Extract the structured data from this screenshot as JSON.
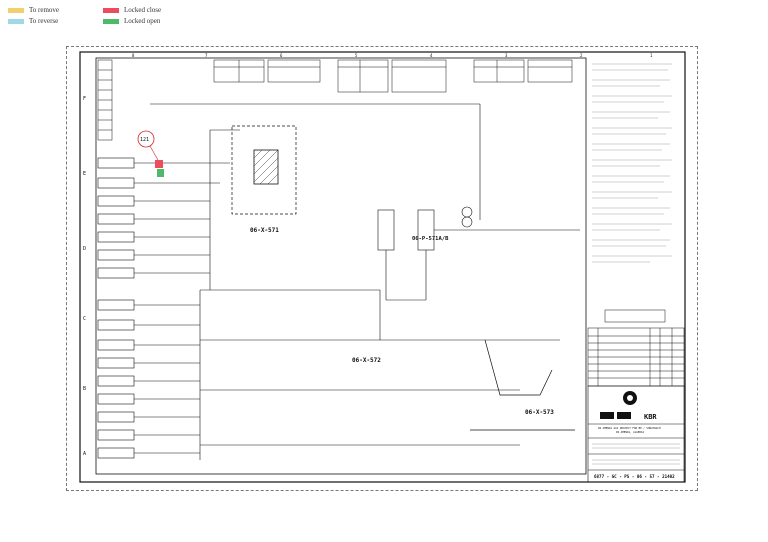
{
  "legend": {
    "items": [
      {
        "label": "To remove",
        "color": "#f2cf6c"
      },
      {
        "label": "To reverse",
        "color": "#9fd8e6"
      },
      {
        "label": "Locked close",
        "color": "#ec4c5c"
      },
      {
        "label": "Locked open",
        "color": "#4fb96b"
      }
    ]
  },
  "drawing": {
    "grid_top": [
      "8",
      "7",
      "6",
      "5",
      "4",
      "3",
      "2",
      "1"
    ],
    "grid_side": [
      "F",
      "E",
      "D",
      "C",
      "B",
      "A"
    ],
    "callout": "121",
    "equipment": [
      "06-X-571",
      "06-P-571A/B",
      "06-X-572",
      "06-X-573"
    ],
    "title_block": {
      "company": "KBR",
      "project": "IN AMENAS GAS PROJECT FOR BP / SONATRACH",
      "location": "IN AMENAS, ALGERIA",
      "doc_number": "6877 - GC - PS - 06 - 57 - 21402"
    }
  }
}
